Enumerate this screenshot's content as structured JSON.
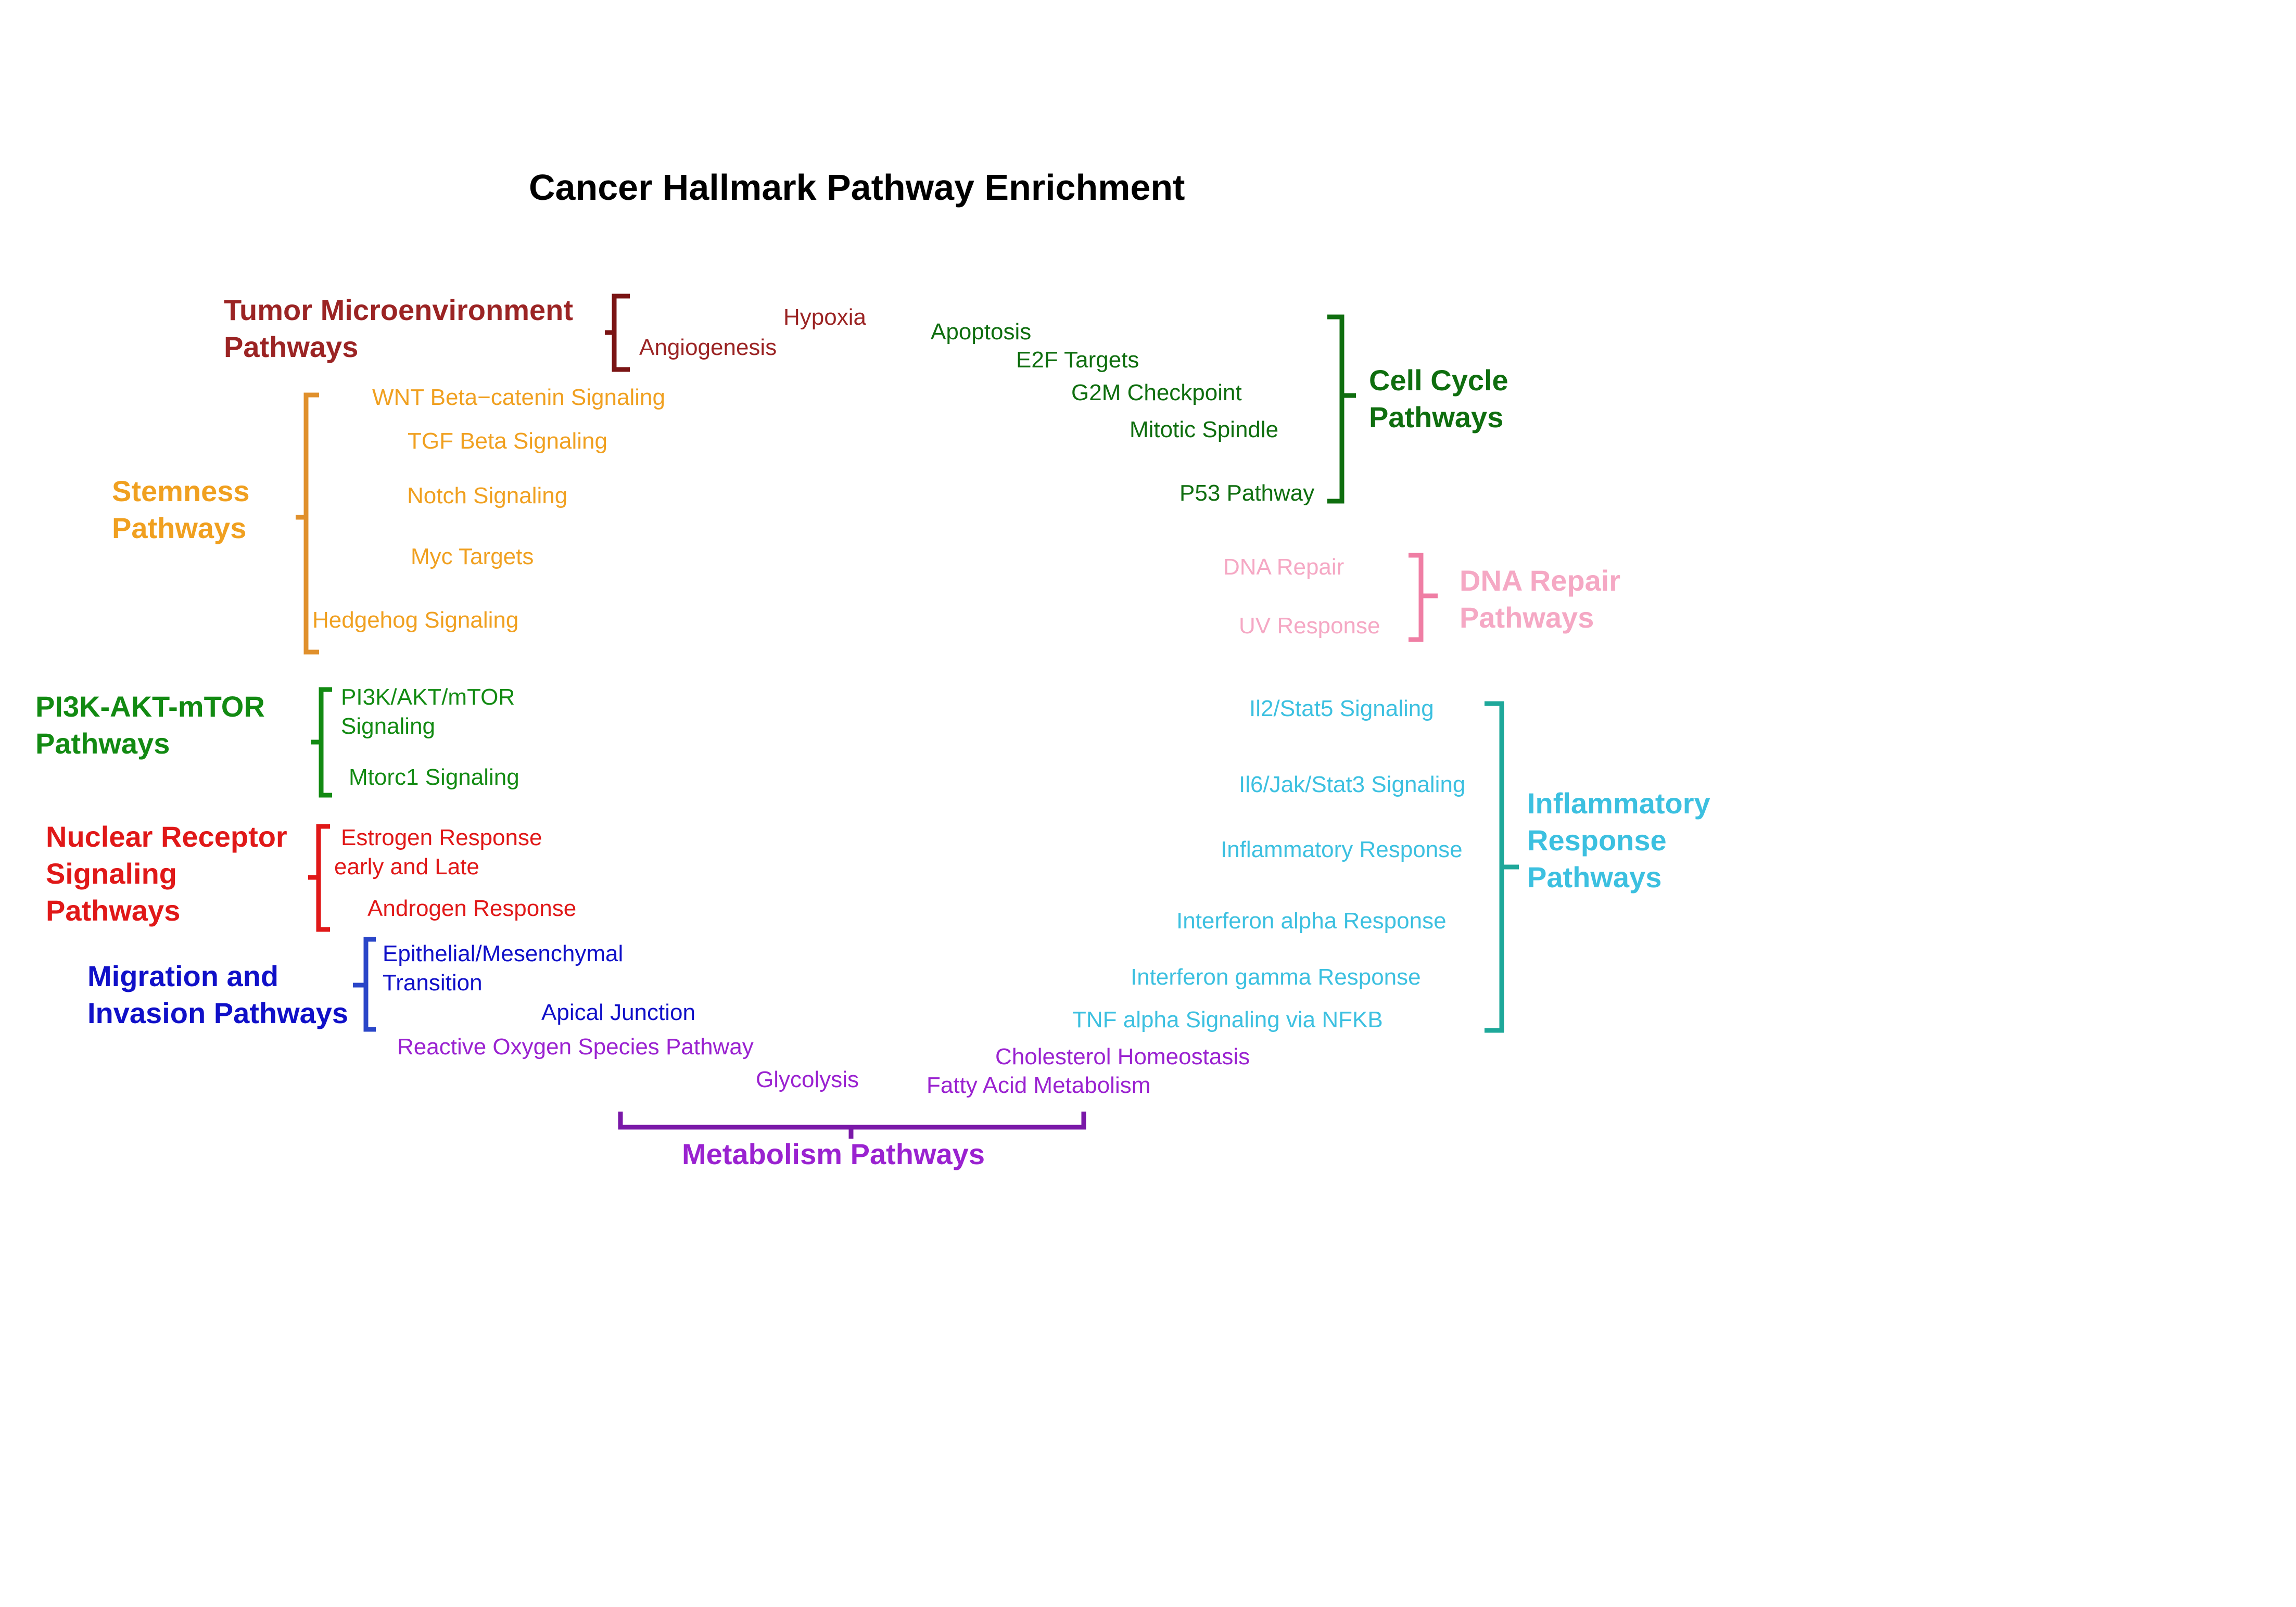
{
  "title": "Cancer Hallmark Pathway Enrichment",
  "colors": {
    "tumor": "#9b2424",
    "tumor_bracket": "#7a1414",
    "stemness": "#f0a020",
    "stemness_bracket": "#e0902c",
    "pi3k": "#128a12",
    "cellcycle": "#0f6e0f",
    "nuclear": "#e01818",
    "migration": "#1010c8",
    "migration_bracket": "#2a46c8",
    "metabolism": "#9a22d0",
    "metabolism_bracket": "#7a18a8",
    "dnarepair": "#f5a8c4",
    "dnarepair_bracket": "#ef7ea4",
    "inflammatory": "#3cc0e0",
    "inflammatory_bracket": "#1ea89a"
  },
  "groups": {
    "tumor": {
      "label": [
        "Tumor Microenvironment",
        "Pathways"
      ],
      "items": [
        "Hypoxia",
        "Angiogenesis"
      ]
    },
    "stemness": {
      "label": [
        "Stemness",
        "Pathways"
      ],
      "items": [
        "WNT Beta−catenin Signaling",
        "TGF Beta Signaling",
        "Notch Signaling",
        "Myc Targets",
        "Hedgehog Signaling"
      ]
    },
    "pi3k": {
      "label": [
        "PI3K-AKT-mTOR",
        "Pathways"
      ],
      "items": [
        "PI3K/AKT/mTOR",
        "Signaling",
        "Mtorc1 Signaling"
      ]
    },
    "nuclear": {
      "label": [
        "Nuclear Receptor",
        "Signaling",
        "Pathways"
      ],
      "items": [
        "Estrogen Response",
        "early and Late",
        "Androgen Response"
      ]
    },
    "migration": {
      "label": [
        "Migration and",
        "Invasion Pathways"
      ],
      "items": [
        "Epithelial/Mesenchymal",
        "Transition",
        "Apical Junction"
      ]
    },
    "metabolism": {
      "label": [
        "Metabolism Pathways"
      ],
      "items": [
        "Reactive Oxygen Species Pathway",
        "Glycolysis",
        "Cholesterol Homeostasis",
        "Fatty Acid Metabolism"
      ]
    },
    "cellcycle": {
      "label": [
        "Cell Cycle",
        "Pathways"
      ],
      "items": [
        "Apoptosis",
        "E2F Targets",
        "G2M Checkpoint",
        "Mitotic Spindle",
        "P53 Pathway"
      ]
    },
    "dnarepair": {
      "label": [
        "DNA Repair",
        "Pathways"
      ],
      "items": [
        "DNA Repair",
        "UV Response"
      ]
    },
    "inflammatory": {
      "label": [
        "Inflammatory",
        "Response",
        "Pathways"
      ],
      "items": [
        "Il2/Stat5 Signaling",
        "Il6/Jak/Stat3 Signaling",
        "Inflammatory Response",
        "Interferon alpha Response",
        "Interferon gamma Response",
        "TNF alpha Signaling via NFKB"
      ]
    }
  }
}
